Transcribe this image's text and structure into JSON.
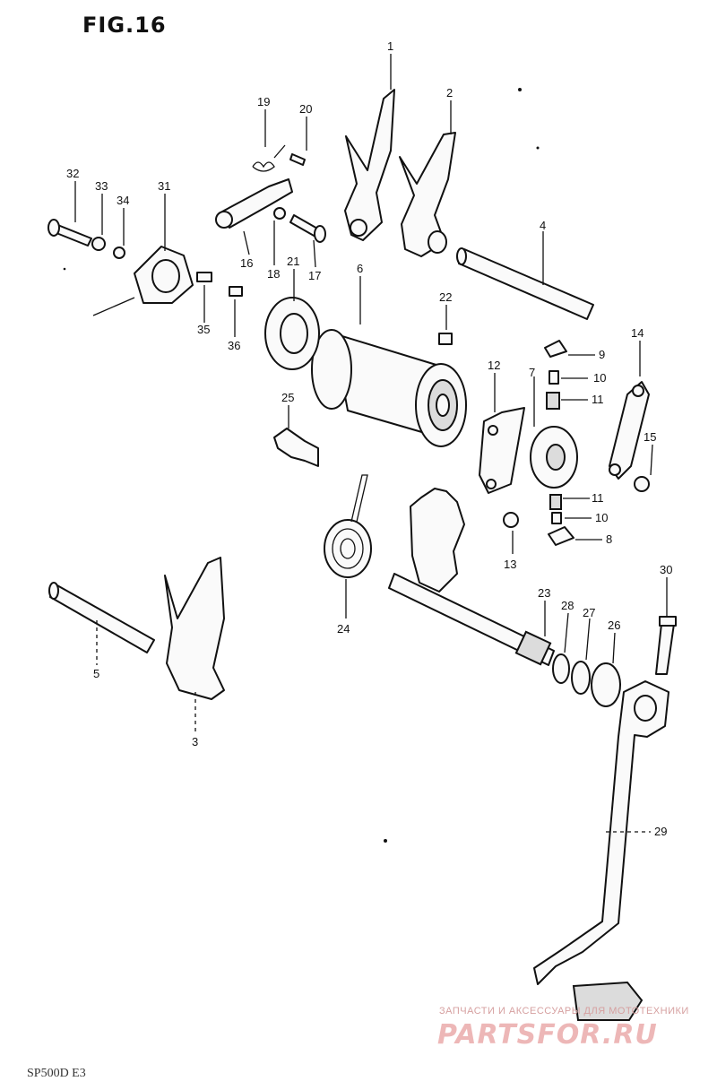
{
  "figure": {
    "title": "FIG.16"
  },
  "footer": {
    "code": "SP500D E3"
  },
  "watermark": {
    "caption": "ЗАПЧАСТИ И АКСЕССУАРЫ ДЛЯ МОТОТЕХНИКИ",
    "logo_text": "PARTSFOR.RU",
    "color": "#e8a0a0"
  },
  "callouts": [
    "1",
    "2",
    "3",
    "4",
    "5",
    "6",
    "7",
    "8",
    "9",
    "10",
    "10",
    "11",
    "11",
    "12",
    "13",
    "14",
    "15",
    "16",
    "17",
    "18",
    "19",
    "20",
    "21",
    "22",
    "23",
    "24",
    "25",
    "26",
    "27",
    "28",
    "29",
    "30",
    "31",
    "32",
    "33",
    "34",
    "35",
    "36"
  ]
}
